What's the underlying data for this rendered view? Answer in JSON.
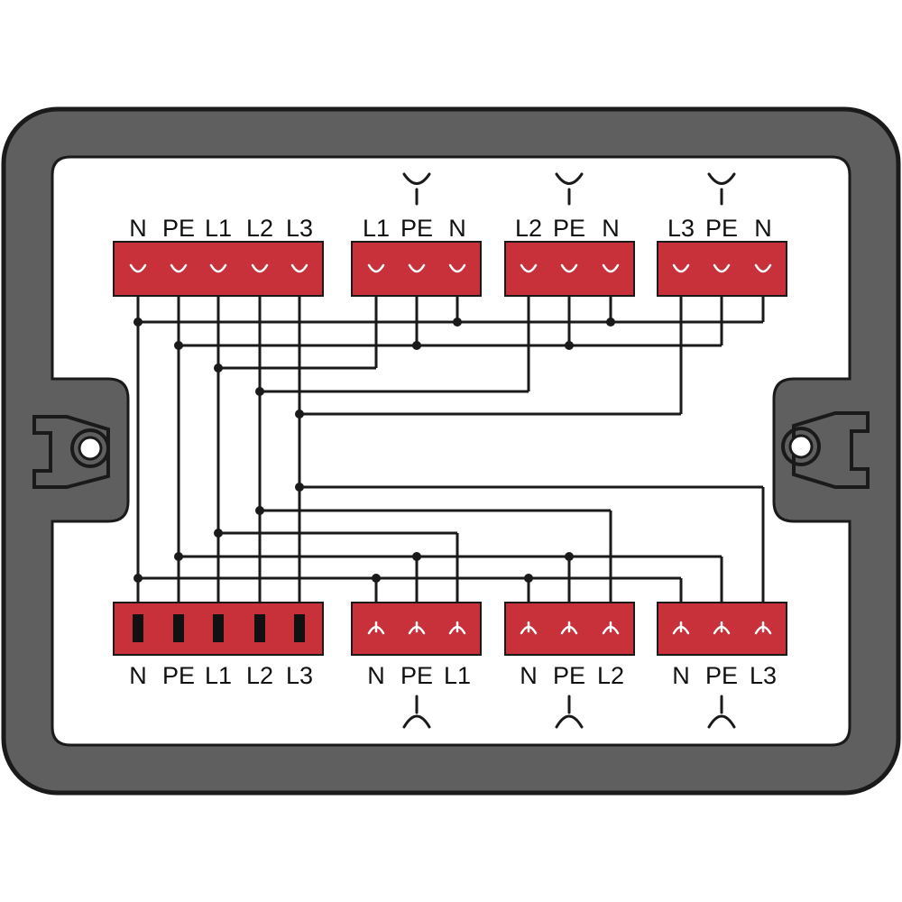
{
  "colors": {
    "housing": "#5f5f5f",
    "housing_outline": "#1a1a1a",
    "panel": "#ffffff",
    "connector": "#c8313a",
    "wire": "#1a1a1a"
  },
  "top_connectors": [
    {
      "id": "top-main-input",
      "pins": [
        "N",
        "PE",
        "L1",
        "L2",
        "L3"
      ],
      "symbol": ""
    },
    {
      "id": "top-output-1",
      "pins": [
        "L1",
        "PE",
        "N"
      ],
      "symbol": "socket-icon"
    },
    {
      "id": "top-output-2",
      "pins": [
        "L2",
        "PE",
        "N"
      ],
      "symbol": "socket-icon"
    },
    {
      "id": "top-output-3",
      "pins": [
        "L3",
        "PE",
        "N"
      ],
      "symbol": "socket-icon"
    }
  ],
  "bottom_connectors": [
    {
      "id": "bottom-main-input",
      "pins": [
        "N",
        "PE",
        "L1",
        "L2",
        "L3"
      ],
      "symbol": ""
    },
    {
      "id": "bottom-output-1",
      "pins": [
        "N",
        "PE",
        "L1"
      ],
      "symbol": "plug-icon"
    },
    {
      "id": "bottom-output-2",
      "pins": [
        "N",
        "PE",
        "L2"
      ],
      "symbol": "plug-icon"
    },
    {
      "id": "bottom-output-3",
      "pins": [
        "N",
        "PE",
        "L3"
      ],
      "symbol": "plug-icon"
    }
  ],
  "mounting_holes": [
    "left-mounting-hole",
    "right-mounting-hole"
  ]
}
